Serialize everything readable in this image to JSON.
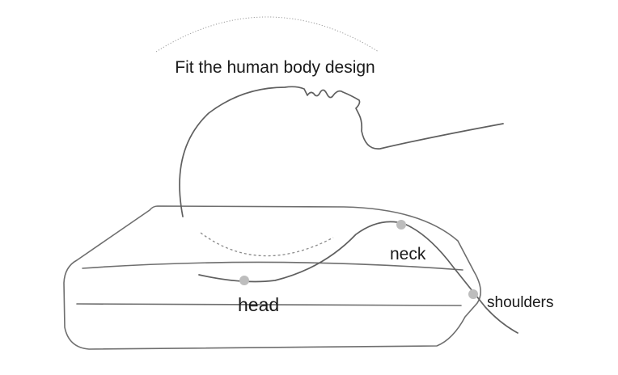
{
  "title": "Fit the human body design",
  "labels": {
    "head": "head",
    "neck": "neck",
    "shoulders": "shoulders"
  },
  "colors": {
    "line": "#6e6e6e",
    "dot": "#bdbdbd",
    "text": "#1a1a1a"
  }
}
